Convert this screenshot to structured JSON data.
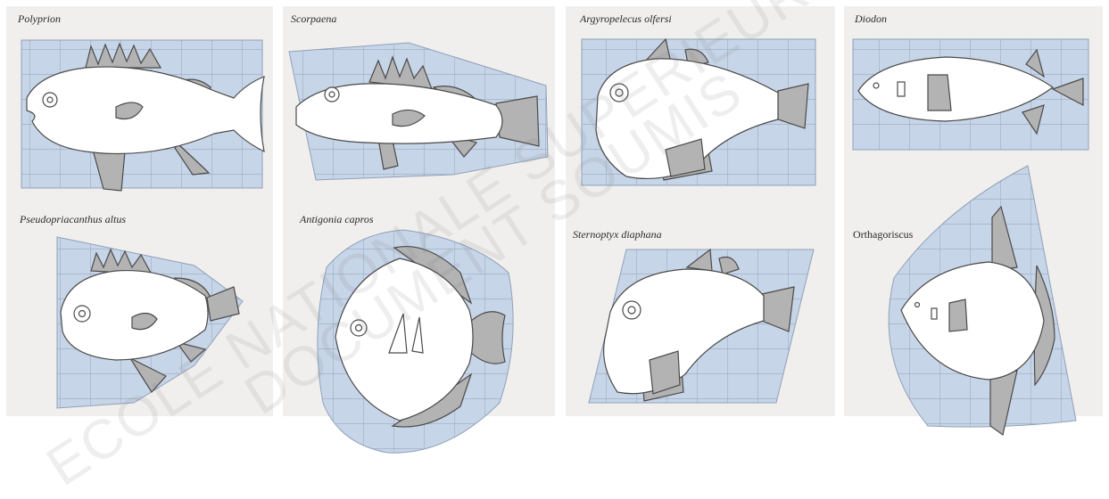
{
  "panels": [
    {
      "top_label": "Polyprion",
      "bottom_label": "Pseudopriacanthus altus"
    },
    {
      "top_label": "Scorpaena",
      "bottom_label": "Antigonia capros"
    },
    {
      "top_label": "Argyropelecus olfersi",
      "bottom_label": "Sternoptyx diaphana"
    },
    {
      "top_label": "Diodon",
      "bottom_label": "Orthagoriscus"
    }
  ],
  "watermark": {
    "line1": "ECOLE NATIONALE SUPERIEURE",
    "line2": "DOCUMENT SOUMIS"
  },
  "colors": {
    "grid_fill": "#c7d5e8",
    "grid_line": "#8fa0b8",
    "panel_bg": "#f1efed",
    "fish_outline": "#4a4a4a",
    "fin_fill": "#b3b3b3"
  }
}
